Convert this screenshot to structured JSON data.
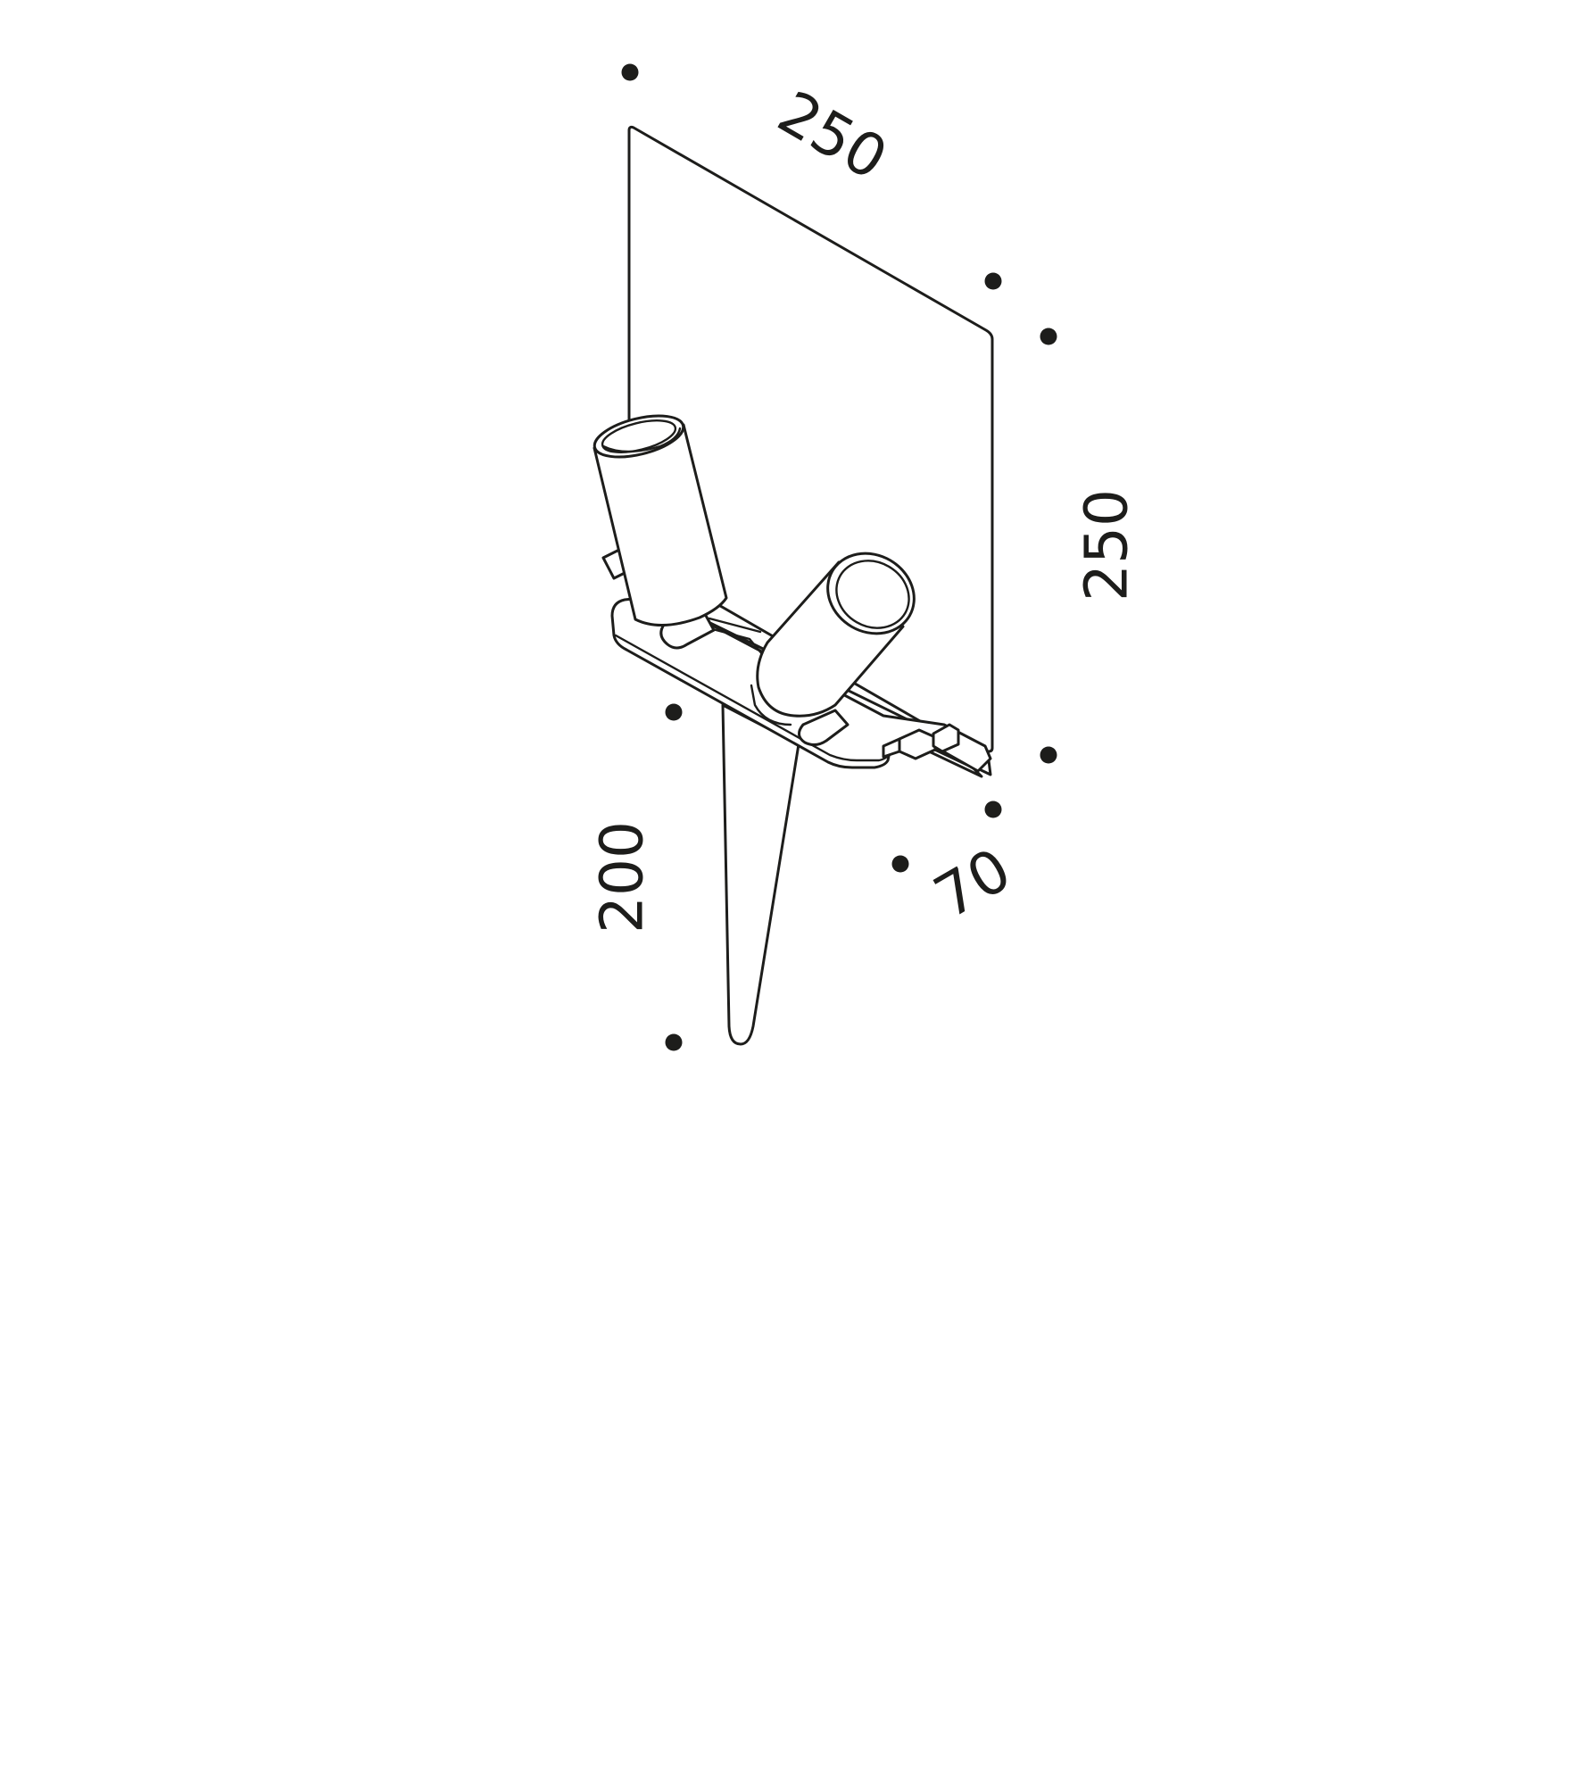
{
  "dimensions": {
    "top_width": "250",
    "height": "250",
    "spike_length": "200",
    "depth": "70"
  },
  "colors": {
    "line": "#1d1d1b",
    "background": "#ffffff"
  }
}
